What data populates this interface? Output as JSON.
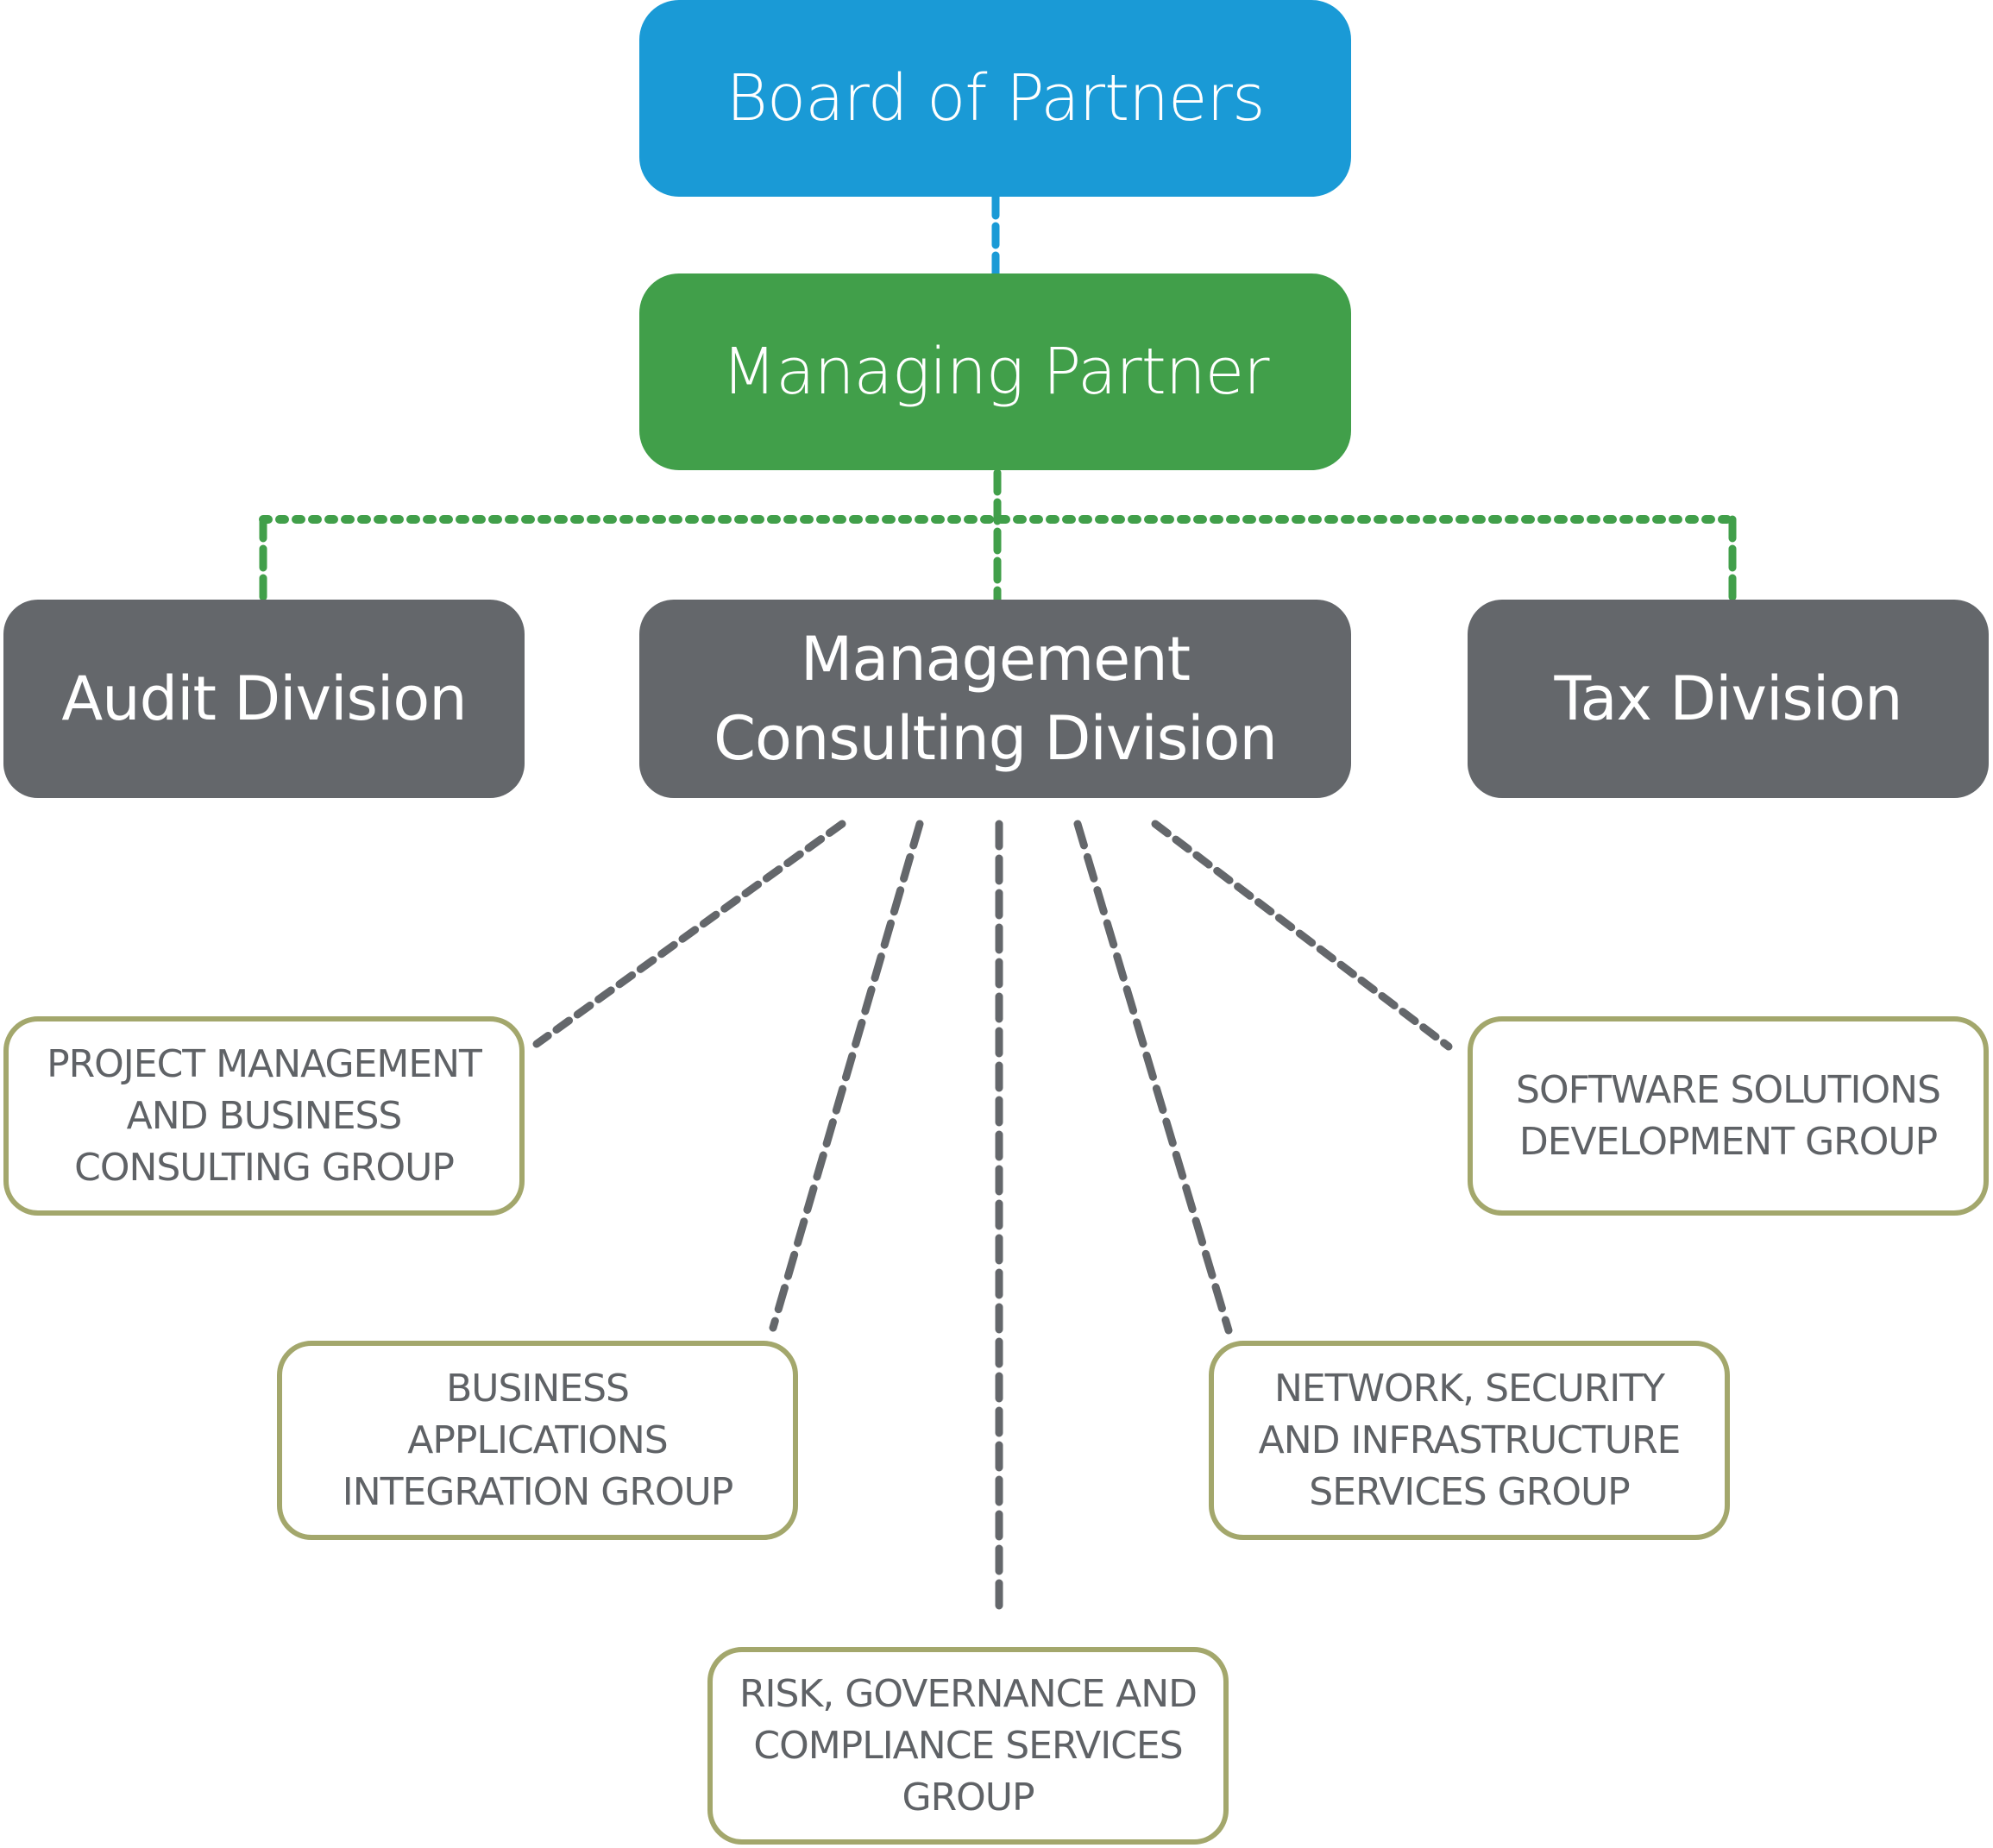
{
  "colors": {
    "board": "#1a9ad6",
    "managing": "#419f4a",
    "division": "#64676b",
    "group_border": "#a3a76c",
    "group_text": "#5f6266",
    "connector_blue": "#1a9ad6",
    "connector_green": "#419f4a",
    "connector_gray": "#64676b"
  },
  "nodes": {
    "board": "Board of Partners",
    "managing": "Managing Partner",
    "divisions": {
      "audit": "Audit Division",
      "mcd": "Management\nConsulting Division",
      "tax": "Tax Division"
    },
    "groups": {
      "pm": "PROJECT MANAGEMENT\nAND BUSINESS\nCONSULTING GROUP",
      "sw": "SOFTWARE SOLUTIONS\nDEVELOPMENT GROUP",
      "ba": "BUSINESS\nAPPLICATIONS\nINTEGRATION GROUP",
      "ns": "NETWORK, SECURITY\nAND INFRASTRUCTURE\nSERVICES GROUP",
      "rg": "RISK, GOVERNANCE AND\nCOMPLIANCE SERVICES\nGROUP"
    }
  },
  "edges": [
    {
      "from": "Board of Partners",
      "to": "Managing Partner",
      "style": "dashed"
    },
    {
      "from": "Managing Partner",
      "to": "Audit Division",
      "style": "dashed"
    },
    {
      "from": "Managing Partner",
      "to": "Management Consulting Division",
      "style": "dashed"
    },
    {
      "from": "Managing Partner",
      "to": "Tax Division",
      "style": "dashed"
    },
    {
      "from": "Management Consulting Division",
      "to": "PROJECT MANAGEMENT AND BUSINESS CONSULTING GROUP",
      "style": "dashed"
    },
    {
      "from": "Management Consulting Division",
      "to": "BUSINESS APPLICATIONS INTEGRATION GROUP",
      "style": "dashed"
    },
    {
      "from": "Management Consulting Division",
      "to": "RISK, GOVERNANCE AND COMPLIANCE SERVICES GROUP",
      "style": "dashed"
    },
    {
      "from": "Management Consulting Division",
      "to": "NETWORK, SECURITY AND INFRASTRUCTURE SERVICES GROUP",
      "style": "dashed"
    },
    {
      "from": "Management Consulting Division",
      "to": "SOFTWARE SOLUTIONS DEVELOPMENT GROUP",
      "style": "dashed"
    }
  ]
}
